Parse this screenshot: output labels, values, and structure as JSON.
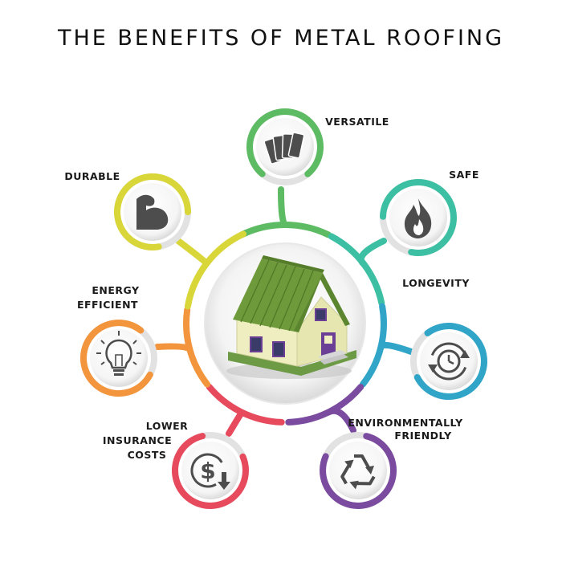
{
  "title": "THE BENEFITS OF METAL ROOFING",
  "center": {
    "icon": "green-roof-house"
  },
  "benefits": [
    {
      "id": "versatile",
      "label_lines": [
        "VERSATILE"
      ],
      "icon": "roofing-panels-icon",
      "color": "#5dbb63"
    },
    {
      "id": "safe",
      "label_lines": [
        "SAFE"
      ],
      "icon": "flame-icon",
      "color": "#3cbfa3"
    },
    {
      "id": "longevity",
      "label_lines": [
        "LONGEVITY"
      ],
      "icon": "clock-cycle-icon",
      "color": "#31a5c8"
    },
    {
      "id": "environmentally-friendly",
      "label_lines": [
        "ENVIRONMENTALLY",
        "FRIENDLY"
      ],
      "icon": "recycle-icon",
      "color": "#7a4b9e"
    },
    {
      "id": "lower-insurance-costs",
      "label_lines": [
        "LOWER",
        "INSURANCE",
        "COSTS"
      ],
      "icon": "dollar-down-icon",
      "color": "#e64a5c"
    },
    {
      "id": "energy-efficient",
      "label_lines": [
        "ENERGY",
        "EFFICIENT"
      ],
      "icon": "lightbulb-icon",
      "color": "#f2953c"
    },
    {
      "id": "durable",
      "label_lines": [
        "DURABLE"
      ],
      "icon": "muscle-arm-icon",
      "color": "#d9d63a"
    }
  ],
  "colors": {
    "ring_gray": "#e2e2e2",
    "icon_gray": "#4d4d4d",
    "roof_green": "#6f9a3c",
    "wall_cream": "#f1efc2",
    "trim_purple": "#6a3f95"
  }
}
